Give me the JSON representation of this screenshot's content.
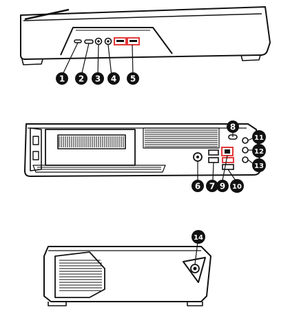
{
  "views": {
    "front": {
      "callouts": [
        "1",
        "2",
        "3",
        "4",
        "5"
      ],
      "port_color": "#e23a3a"
    },
    "rear": {
      "callouts": [
        "6",
        "7",
        "8",
        "9",
        "10",
        "11",
        "12",
        "13"
      ],
      "port_color": "#e23a3a"
    },
    "side": {
      "callouts": [
        "14"
      ]
    }
  },
  "colors": {
    "outline": "#111111",
    "marker_fill": "#111111",
    "marker_text": "#ffffff",
    "accent": "#e23a3a"
  }
}
